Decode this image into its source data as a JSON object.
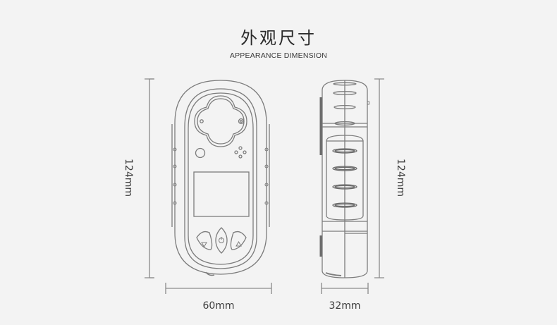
{
  "header": {
    "title_cn": "外观尺寸",
    "title_en": "APPEARANCE DIMENSION"
  },
  "dimensions": {
    "front_height": "124mm",
    "front_width": "60mm",
    "side_height": "124mm",
    "side_depth": "32mm"
  },
  "device": {
    "front_view": {
      "buttons": [
        {
          "icon": "down-triangle-icon"
        },
        {
          "icon": "power-icon"
        },
        {
          "icon": "up-triangle-icon"
        }
      ]
    },
    "side_view": {}
  },
  "colors": {
    "background": "#f3f3f3",
    "line": "#7a7a7a",
    "dim_line": "#888888",
    "text": "#333333"
  }
}
